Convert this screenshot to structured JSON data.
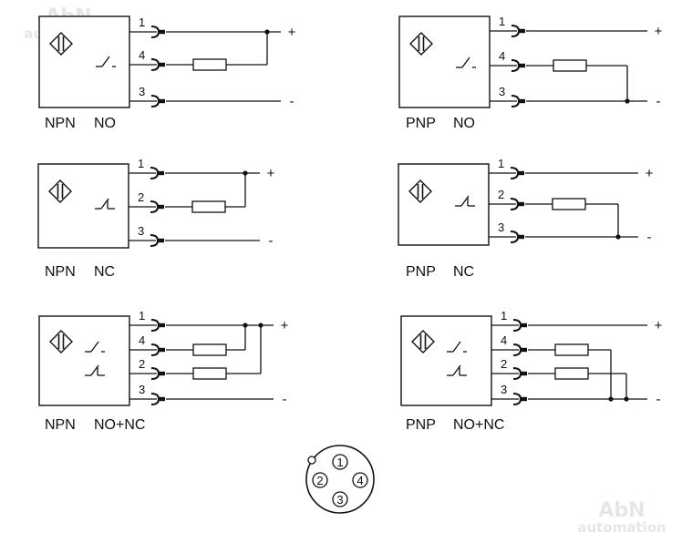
{
  "watermark": {
    "brand": "AbN",
    "sub": "automation"
  },
  "diagrams": [
    {
      "id": "npn-no",
      "caption": {
        "type": "NPN",
        "output": "NO"
      },
      "pins": [
        "1",
        "4",
        "3"
      ],
      "signs": [
        "+",
        "-"
      ]
    },
    {
      "id": "pnp-no",
      "caption": {
        "type": "PNP",
        "output": "NO"
      },
      "pins": [
        "1",
        "4",
        "3"
      ],
      "signs": [
        "+",
        "-"
      ]
    },
    {
      "id": "npn-nc",
      "caption": {
        "type": "NPN",
        "output": "NC"
      },
      "pins": [
        "1",
        "2",
        "3"
      ],
      "signs": [
        "+",
        "-"
      ]
    },
    {
      "id": "pnp-nc",
      "caption": {
        "type": "PNP",
        "output": "NC"
      },
      "pins": [
        "1",
        "2",
        "3"
      ],
      "signs": [
        "+",
        "-"
      ]
    },
    {
      "id": "npn-nonc",
      "caption": {
        "type": "NPN",
        "output": "NO+NC"
      },
      "pins": [
        "1",
        "4",
        "2",
        "3"
      ],
      "signs": [
        "+",
        "-"
      ]
    },
    {
      "id": "pnp-nonc",
      "caption": {
        "type": "PNP",
        "output": "NO+NC"
      },
      "pins": [
        "1",
        "4",
        "2",
        "3"
      ],
      "signs": [
        "+",
        "-"
      ]
    }
  ],
  "connector": {
    "pins": [
      "1",
      "2",
      "4",
      "3"
    ]
  }
}
